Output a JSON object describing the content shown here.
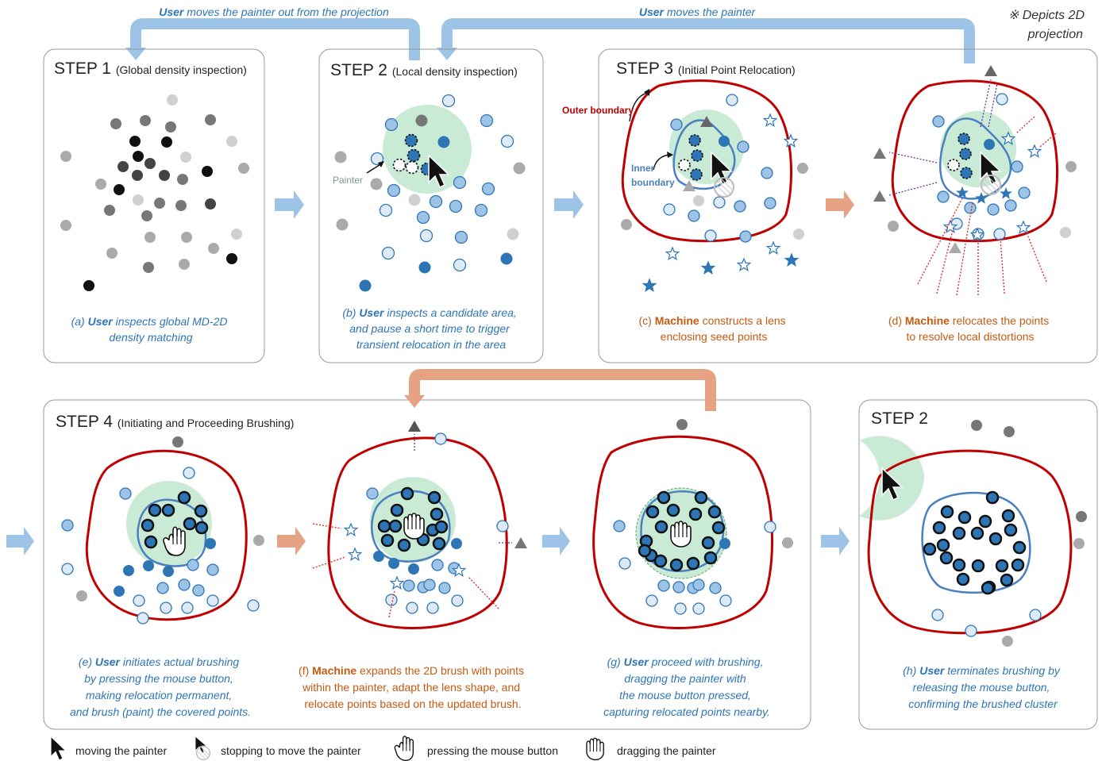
{
  "note": {
    "symbol": "※",
    "line1": "Depicts 2D",
    "line2": "projection"
  },
  "feedback": {
    "top_left": {
      "actor": "User",
      "text": " moves the painter out from the projection"
    },
    "top_right": {
      "actor": "User",
      "text": " moves the painter"
    }
  },
  "steps": {
    "step1": {
      "title": "STEP 1",
      "subtitle": "(Global density inspection)"
    },
    "step2": {
      "title": "STEP 2",
      "subtitle": "(Local density inspection)"
    },
    "step3": {
      "title": "STEP 3",
      "subtitle": "(Initial Point Relocation)"
    },
    "step4": {
      "title": "STEP 4",
      "subtitle": "(Initiating and Proceeding Brushing)"
    },
    "step2b": {
      "title": "STEP 2"
    }
  },
  "annotations": {
    "painter": "Painter",
    "outer_boundary": "Outer boundary",
    "inner_line1": "Inner",
    "inner_line2": "boundary"
  },
  "captions": {
    "a": {
      "prefix": "(a) ",
      "actor": "User",
      "lines": [
        " inspects global MD-2D",
        "density matching"
      ]
    },
    "b": {
      "prefix": "(b) ",
      "actor": "User",
      "lines": [
        " inspects a candidate area,",
        "and pause a short time to trigger",
        "transient relocation in the area"
      ]
    },
    "c": {
      "prefix": "(c) ",
      "actor": "Machine",
      "lines": [
        " constructs a lens",
        "enclosing seed points"
      ]
    },
    "d": {
      "prefix": "(d) ",
      "actor": "Machine",
      "lines": [
        " relocates the points",
        "to resolve local distortions"
      ]
    },
    "e": {
      "prefix": "(e) ",
      "actor": "User",
      "lines": [
        " initiates actual brushing",
        "by pressing the mouse button,",
        "making relocation permanent,",
        "and brush (paint) the covered points."
      ]
    },
    "f": {
      "prefix": "(f) ",
      "actor": "Machine",
      "lines": [
        " expands the 2D brush with points",
        "within the painter, adapt the lens shape, and",
        "relocate points based on the updated brush."
      ]
    },
    "g": {
      "prefix": "(g) ",
      "actor": "User",
      "lines": [
        " proceed with brushing,",
        "dragging the painter with",
        "the mouse button pressed,",
        "capturing relocated points nearby."
      ]
    },
    "h": {
      "prefix": "(h) ",
      "actor": "User",
      "lines": [
        " terminates brushing by",
        "releasing the mouse button,",
        "confirming the brushed cluster"
      ]
    }
  },
  "legend": [
    {
      "icon": "arrow-cursor-icon",
      "label": "moving the painter"
    },
    {
      "icon": "stop-cursor-icon",
      "label": "stopping to move the painter"
    },
    {
      "icon": "hand-press-icon",
      "label": "pressing the mouse button"
    },
    {
      "icon": "hand-drag-icon",
      "label": "dragging the painter"
    }
  ],
  "colors": {
    "user_blue": "#2e75b6",
    "machine_orange": "#c55a11",
    "lens_red": "#c00000",
    "painter_green": "#c9ead5",
    "flow_blue": "#9dc3e6",
    "flow_orange": "#e6a383"
  }
}
